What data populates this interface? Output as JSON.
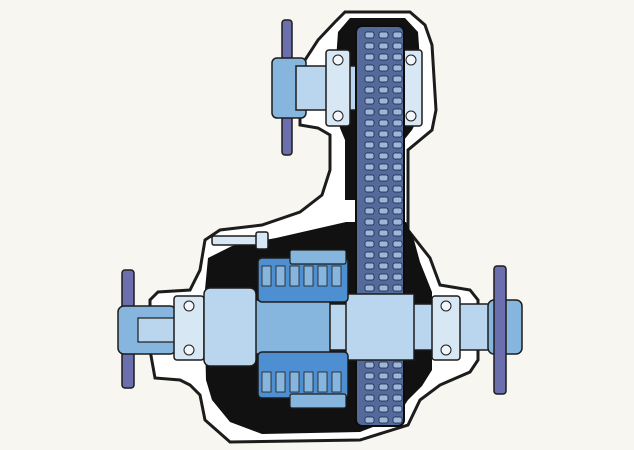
{
  "diagram": {
    "kind": "cutaway",
    "colors": {
      "background": "#f7f6f1",
      "housing_outline": "#1c1c1c",
      "housing_fill": "#ffffff",
      "cavity": "#111111",
      "shaft": "#b9d6ee",
      "shaft_dark": "#86b6dd",
      "gear": "#4d8fd0",
      "chain": "#536a9a",
      "chain_link": "#9fb6d8",
      "flange": "#6b6fae",
      "bearing": "#d7e7f4"
    },
    "parts": [
      "top-output-flange",
      "top-output-shaft",
      "drive-chain",
      "input-flange",
      "input-shaft",
      "planetary-gearset",
      "rear-output-flange",
      "rear-output-shaft",
      "housing"
    ]
  }
}
